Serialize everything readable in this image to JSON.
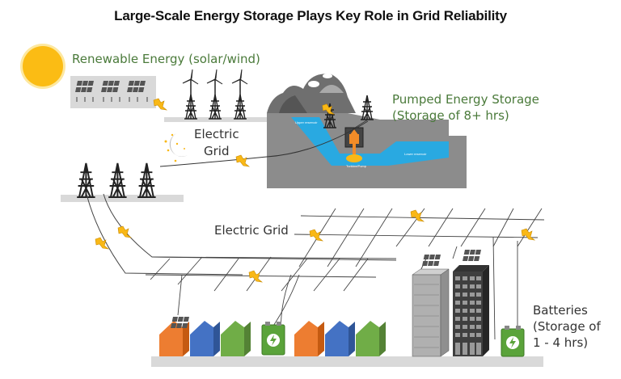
{
  "title": "Large-Scale Energy Storage Plays Key Role in Grid Reliability",
  "labels": {
    "renewable": "Renewable Energy (solar/wind)",
    "electric_grid_top_line1": "Electric",
    "electric_grid_top_line2": "Grid",
    "pumped_line1": "Pumped Energy Storage",
    "pumped_line2": "(Storage of 8+ hrs)",
    "electric_grid_bottom": "Electric Grid",
    "batteries_line1": "Batteries",
    "batteries_line2": "(Storage of",
    "batteries_line3": "1 - 4 hrs)",
    "upper_reservoir": "Upper reservoir",
    "lower_reservoir": "Lower reservoir",
    "turbine_pump": "Turbine/Pump"
  },
  "colors": {
    "sun": "#fbbc14",
    "sun_halo": "#fde8a0",
    "label_green": "#4a7a3a",
    "bolt": "#f9b816",
    "water": "#29a9e1",
    "ground": "#d9d9d9",
    "mountain": "#8c8c8c",
    "house_orange": "#ed7d31",
    "house_blue": "#4472c4",
    "house_green": "#70ad47",
    "battery": "#5aa33a"
  },
  "icons": [
    "sun-icon",
    "solar-panel-icon",
    "wind-turbine-icon",
    "transmission-tower-icon",
    "lightning-bolt-icon",
    "moon-icon",
    "house-icon",
    "battery-icon",
    "building-icon",
    "pumped-hydro-icon"
  ]
}
